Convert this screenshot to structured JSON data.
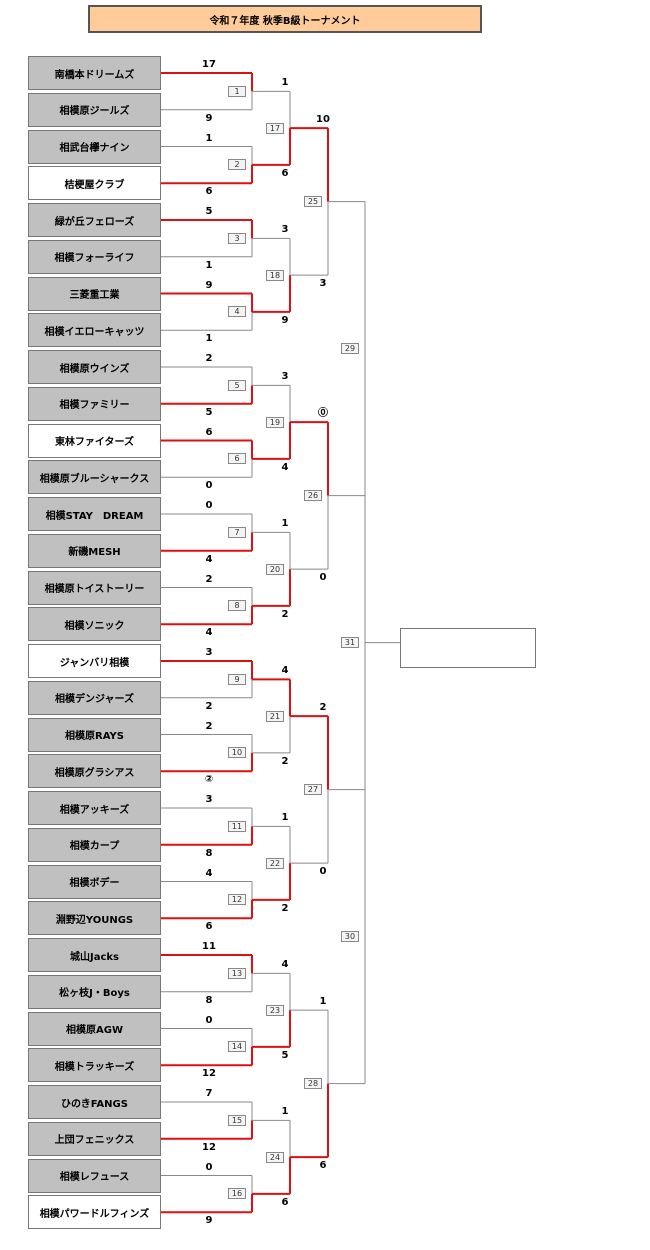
{
  "title": "令和７年度 秋季B級トーナメント",
  "colors": {
    "win": "#dd1111",
    "line": "#888888",
    "team_bg": "#c0c0c0",
    "title_bg": "#ffcc99"
  },
  "teams": [
    {
      "name": "南橋本ドリームズ",
      "bg": "grey"
    },
    {
      "name": "相模原ジールズ",
      "bg": "grey"
    },
    {
      "name": "相武台欅ナイン",
      "bg": "grey"
    },
    {
      "name": "桔梗屋クラブ",
      "bg": "white"
    },
    {
      "name": "緑が丘フェローズ",
      "bg": "grey"
    },
    {
      "name": "相模フォーライフ",
      "bg": "grey"
    },
    {
      "name": "三菱重工業",
      "bg": "grey"
    },
    {
      "name": "相模イエローキャッツ",
      "bg": "grey"
    },
    {
      "name": "相模原ウインズ",
      "bg": "grey"
    },
    {
      "name": "相模ファミリー",
      "bg": "grey"
    },
    {
      "name": "東林ファイターズ",
      "bg": "white"
    },
    {
      "name": "相模原ブルーシャークス",
      "bg": "grey"
    },
    {
      "name": "相模STAY　DREAM",
      "bg": "grey"
    },
    {
      "name": "新磯MESH",
      "bg": "grey"
    },
    {
      "name": "相模原トイストーリー",
      "bg": "grey"
    },
    {
      "name": "相模ソニック",
      "bg": "grey"
    },
    {
      "name": "ジャンバリ相模",
      "bg": "white"
    },
    {
      "name": "相模デンジャーズ",
      "bg": "grey"
    },
    {
      "name": "相模原RAYS",
      "bg": "grey"
    },
    {
      "name": "相模原グラシアス",
      "bg": "grey"
    },
    {
      "name": "相模アッキーズ",
      "bg": "grey"
    },
    {
      "name": "相模カープ",
      "bg": "grey"
    },
    {
      "name": "相模ボデー",
      "bg": "grey"
    },
    {
      "name": "淵野辺YOUNGS",
      "bg": "grey"
    },
    {
      "name": "城山Jacks",
      "bg": "grey"
    },
    {
      "name": "松ヶ枝J・Boys",
      "bg": "grey"
    },
    {
      "name": "相模原AGW",
      "bg": "grey"
    },
    {
      "name": "相模トラッキーズ",
      "bg": "grey"
    },
    {
      "name": "ひのきFANGS",
      "bg": "grey"
    },
    {
      "name": "上団フェニックス",
      "bg": "grey"
    },
    {
      "name": "相模レフュース",
      "bg": "grey"
    },
    {
      "name": "相模パワードルフィンズ",
      "bg": "white"
    }
  ],
  "matches": [
    {
      "id": "1",
      "top": "17",
      "bot": "9",
      "winner": "top"
    },
    {
      "id": "2",
      "top": "1",
      "bot": "6",
      "winner": "bot"
    },
    {
      "id": "3",
      "top": "5",
      "bot": "1",
      "winner": "top"
    },
    {
      "id": "4",
      "top": "9",
      "bot": "1",
      "winner": "top"
    },
    {
      "id": "5",
      "top": "2",
      "bot": "5",
      "winner": "bot"
    },
    {
      "id": "6",
      "top": "6",
      "bot": "0",
      "winner": "top"
    },
    {
      "id": "7",
      "top": "0",
      "bot": "4",
      "winner": "bot"
    },
    {
      "id": "8",
      "top": "2",
      "bot": "4",
      "winner": "bot"
    },
    {
      "id": "9",
      "top": "3",
      "bot": "2",
      "winner": "top"
    },
    {
      "id": "10",
      "top": "2",
      "bot": "②",
      "winner": "bot"
    },
    {
      "id": "11",
      "top": "3",
      "bot": "8",
      "winner": "bot"
    },
    {
      "id": "12",
      "top": "4",
      "bot": "6",
      "winner": "bot"
    },
    {
      "id": "13",
      "top": "11",
      "bot": "8",
      "winner": "top"
    },
    {
      "id": "14",
      "top": "0",
      "bot": "12",
      "winner": "bot"
    },
    {
      "id": "15",
      "top": "7",
      "bot": "12",
      "winner": "bot"
    },
    {
      "id": "16",
      "top": "0",
      "bot": "9",
      "winner": "bot"
    },
    {
      "id": "17",
      "top": "1",
      "bot": "6",
      "winner": "bot"
    },
    {
      "id": "18",
      "top": "3",
      "bot": "9",
      "winner": "bot"
    },
    {
      "id": "19",
      "top": "3",
      "bot": "4",
      "winner": "bot"
    },
    {
      "id": "20",
      "top": "1",
      "bot": "2",
      "winner": "bot"
    },
    {
      "id": "21",
      "top": "4",
      "bot": "2",
      "winner": "top"
    },
    {
      "id": "22",
      "top": "1",
      "bot": "2",
      "winner": "bot"
    },
    {
      "id": "23",
      "top": "4",
      "bot": "5",
      "winner": "bot"
    },
    {
      "id": "24",
      "top": "1",
      "bot": "6",
      "winner": "bot"
    },
    {
      "id": "25",
      "top": "10",
      "bot": "3",
      "winner": "top"
    },
    {
      "id": "26",
      "top": "⓪",
      "bot": "0",
      "winner": "top"
    },
    {
      "id": "27",
      "top": "2",
      "bot": "0",
      "winner": "top"
    },
    {
      "id": "28",
      "top": "1",
      "bot": "6",
      "winner": "bot"
    },
    {
      "id": "29",
      "top": "",
      "bot": "",
      "winner": ""
    },
    {
      "id": "30",
      "top": "",
      "bot": "",
      "winner": ""
    },
    {
      "id": "31",
      "top": "",
      "bot": "",
      "winner": ""
    }
  ],
  "champion": ""
}
